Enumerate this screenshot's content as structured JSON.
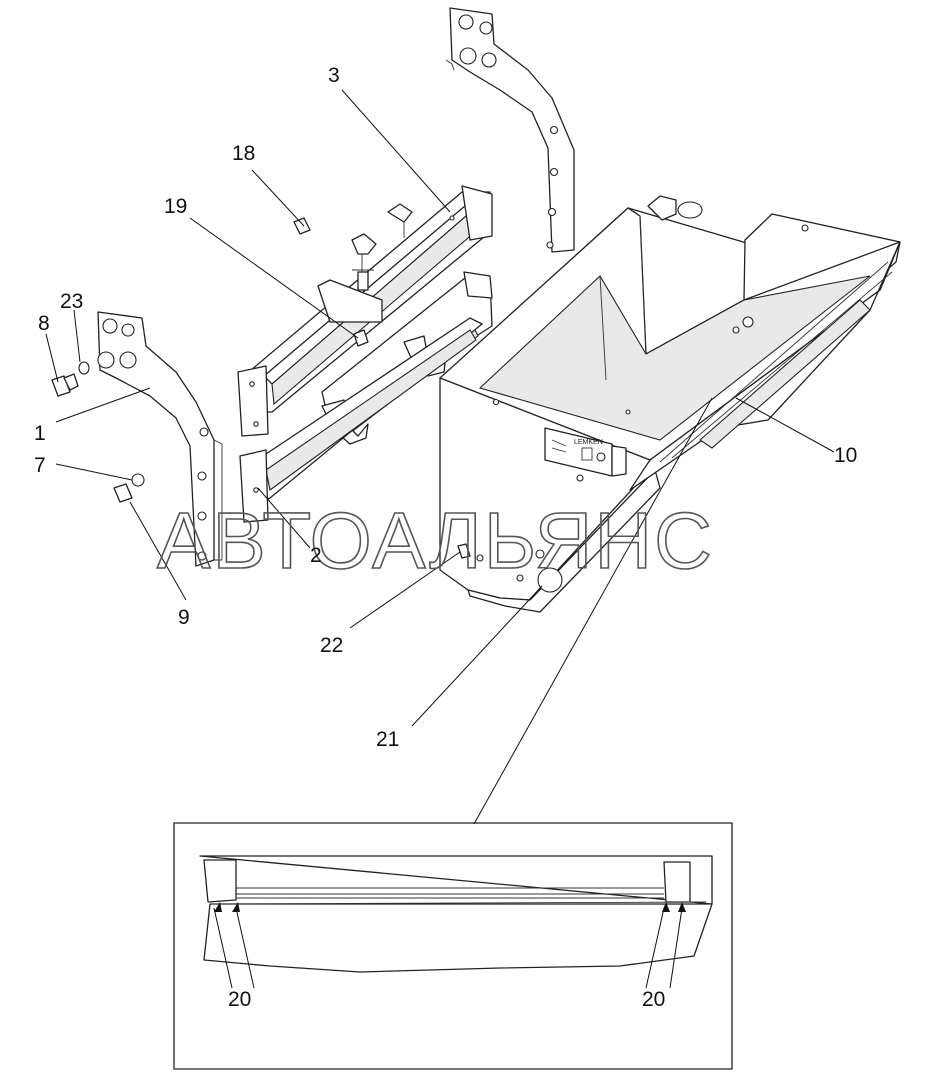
{
  "watermark": "АВТОАЛЬЯНС",
  "plate_text": "LEMKEN",
  "callouts": {
    "c1": "1",
    "c2": "2",
    "c3": "3",
    "c7": "7",
    "c8": "8",
    "c9": "9",
    "c10": "10",
    "c18": "18",
    "c19": "19",
    "c20_left": "20",
    "c20_right": "20",
    "c21": "21",
    "c22": "22",
    "c23": "23"
  }
}
